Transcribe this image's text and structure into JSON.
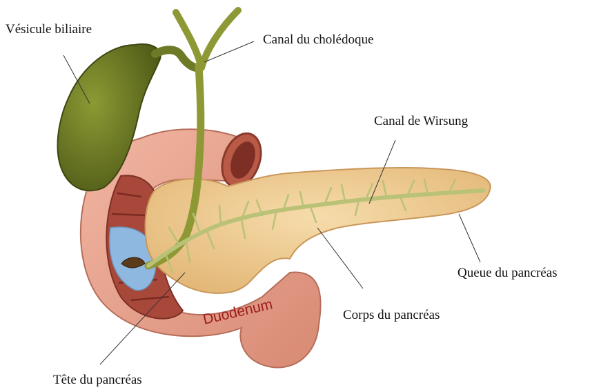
{
  "labels": {
    "gallbladder": "Vésicule biliaire",
    "bile_duct": "Canal du cholédoque",
    "wirsung_duct": "Canal de Wirsung",
    "pancreas_tail": "Queue du pancréas",
    "pancreas_body": "Corps du pancréas",
    "pancreas_head": "Tête du pancréas",
    "duodenum": "Duodenum"
  },
  "colors": {
    "pancreas": "#efc98d",
    "duodenum": "#e9a390",
    "gallbladder": "#6f7a26",
    "duct": "#b9c277",
    "lumen": "#8fb8e0",
    "wall": "#a8483a"
  }
}
